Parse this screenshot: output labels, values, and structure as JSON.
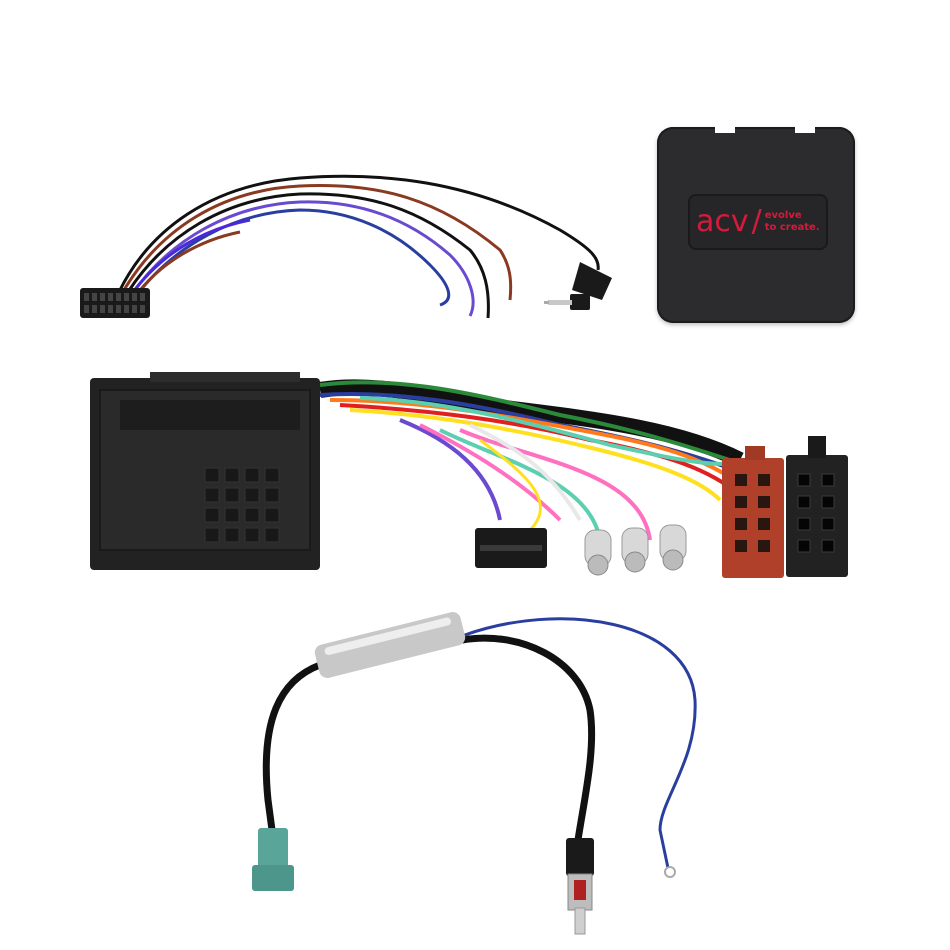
{
  "scene": {
    "description": "Product photo of a car audio steering wheel control interface kit on white background",
    "background": "#ffffff"
  },
  "items": [
    {
      "id": "patch-lead",
      "label": "Patch lead with 16-pin connector, colored wires and 3.5mm angled jack"
    },
    {
      "id": "interface-module",
      "label": "Black interface box with logo"
    },
    {
      "id": "quadlock-harness",
      "label": "Quadlock connector harness with ISO connectors, RCA plugs and 16-pin plug"
    },
    {
      "id": "antenna-adapter",
      "label": "Antenna adapter with Fakra connector, DIN plug and blue remote wire"
    }
  ],
  "logo": {
    "brand": "acv",
    "slash": "/",
    "tagline_line1": "evolve",
    "tagline_line2": "to create.",
    "color": "#d61a3c"
  },
  "colors": {
    "module": "#2c2c2e",
    "iso_red": "#b0402a",
    "iso_black": "#222222",
    "fakra_teal": "#5aa59a",
    "wire_blue": "#2a3ea0",
    "wire_purple": "#6a4ad0",
    "wire_brown": "#8a3a20",
    "wire_black": "#111111"
  }
}
